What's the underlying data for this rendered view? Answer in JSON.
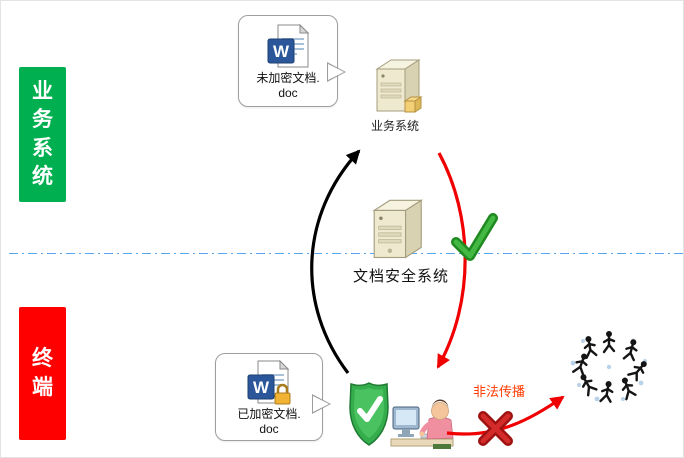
{
  "zones": {
    "business": {
      "label": "业务系统",
      "color": "#00b050"
    },
    "terminal": {
      "label": "终端",
      "color": "#fe0000"
    }
  },
  "callouts": {
    "unencrypted": {
      "lines": [
        "未加密文档.",
        "doc"
      ],
      "icon": "word-document-icon"
    },
    "encrypted": {
      "lines": [
        "已加密文档.",
        "doc"
      ],
      "icon": "word-document-lock-icon"
    }
  },
  "nodes": {
    "business_server": {
      "label": "业务系统",
      "icon": "server-icon"
    },
    "security_server": {
      "label": "文档安全系统",
      "icon": "server-icon"
    },
    "terminal_user": {
      "icon": "user-at-computer-shield-icon"
    },
    "outsiders": {
      "icon": "crowd-icon"
    }
  },
  "annotations": {
    "illegal_spread": {
      "label": "非法传播",
      "color": "#ff3a00"
    },
    "allowed": {
      "icon": "green-check-icon"
    },
    "blocked": {
      "icon": "red-cross-icon"
    }
  },
  "colors": {
    "divider": "#58a6f2",
    "arrow_upload": "#000000",
    "arrow_download": "#f00000",
    "check": "#2fa12f",
    "cross": "#c01818"
  }
}
